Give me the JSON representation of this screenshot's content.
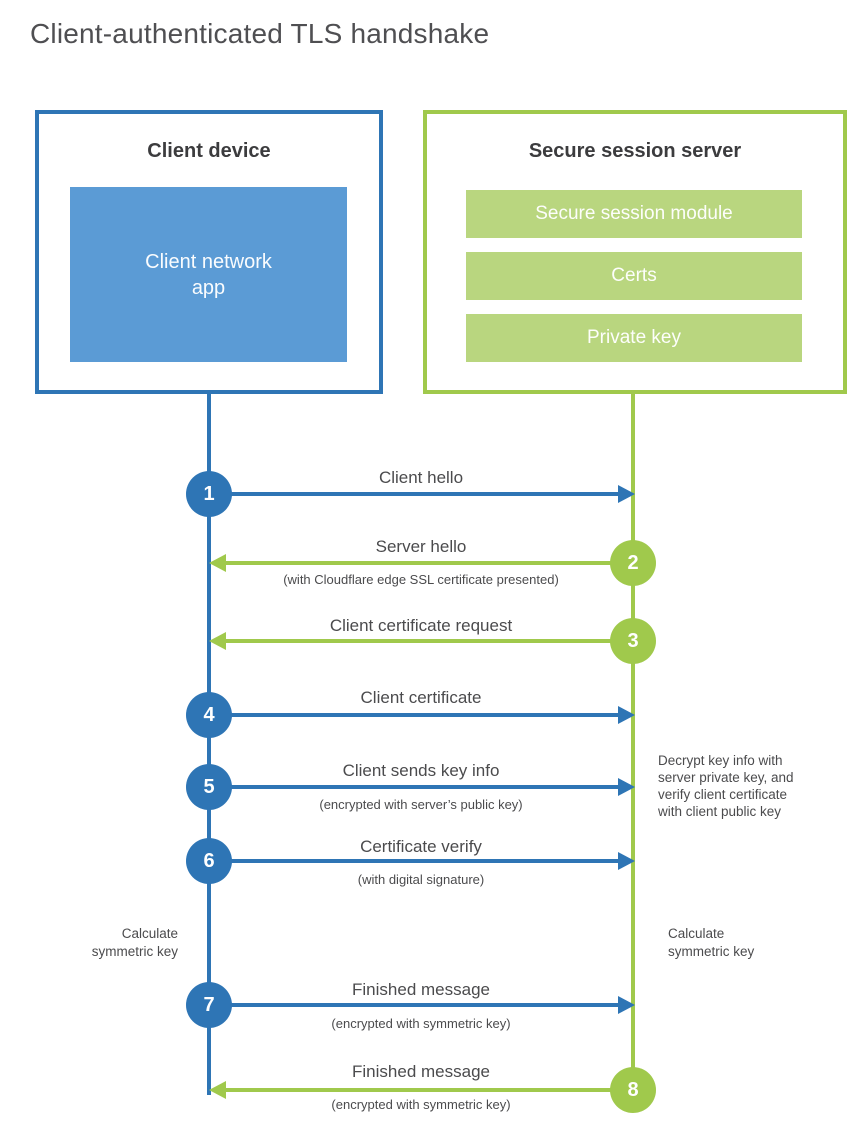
{
  "title": "Client-authenticated TLS handshake",
  "colors": {
    "blue": "#2E75B5",
    "blue-light": "#5B9BD5",
    "green": "#A0C94C",
    "green-light": "#B9D67F",
    "heading": "#3C3C3E",
    "text": "#4B4B4D",
    "title": "#4F4F52"
  },
  "client": {
    "title": "Client device",
    "app": {
      "line1": "Client network",
      "line2": "app"
    }
  },
  "server": {
    "title": "Secure session server",
    "modules": [
      "Secure session module",
      "Certs",
      "Private key"
    ]
  },
  "steps": [
    {
      "num": "1",
      "label": "Client hello",
      "sub": "",
      "direction": "right",
      "from": "client",
      "to": "server"
    },
    {
      "num": "2",
      "label": "Server hello",
      "sub": "(with Cloudflare edge SSL certificate presented)",
      "direction": "left",
      "from": "server",
      "to": "client"
    },
    {
      "num": "3",
      "label": "Client certificate request",
      "sub": "",
      "direction": "left",
      "from": "server",
      "to": "client"
    },
    {
      "num": "4",
      "label": "Client certificate",
      "sub": "",
      "direction": "right",
      "from": "client",
      "to": "server"
    },
    {
      "num": "5",
      "label": "Client sends key info",
      "sub": "(encrypted with server’s public key)",
      "direction": "right",
      "from": "client",
      "to": "server"
    },
    {
      "num": "6",
      "label": "Certificate verify",
      "sub": "(with digital signature)",
      "direction": "right",
      "from": "client",
      "to": "server"
    },
    {
      "num": "7",
      "label": "Finished message",
      "sub": "(encrypted with symmetric key)",
      "direction": "right",
      "from": "client",
      "to": "server"
    },
    {
      "num": "8",
      "label": "Finished message",
      "sub": "(encrypted with symmetric key)",
      "direction": "left",
      "from": "server",
      "to": "client"
    }
  ],
  "notes": {
    "decrypt": {
      "line1": "Decrypt key info with",
      "line2": "server private key, and",
      "line3": "verify client certificate",
      "line4": "with client public key"
    },
    "calc_left": {
      "line1": "Calculate",
      "line2": "symmetric key"
    },
    "calc_right": {
      "line1": "Calculate",
      "line2": "symmetric key"
    }
  }
}
